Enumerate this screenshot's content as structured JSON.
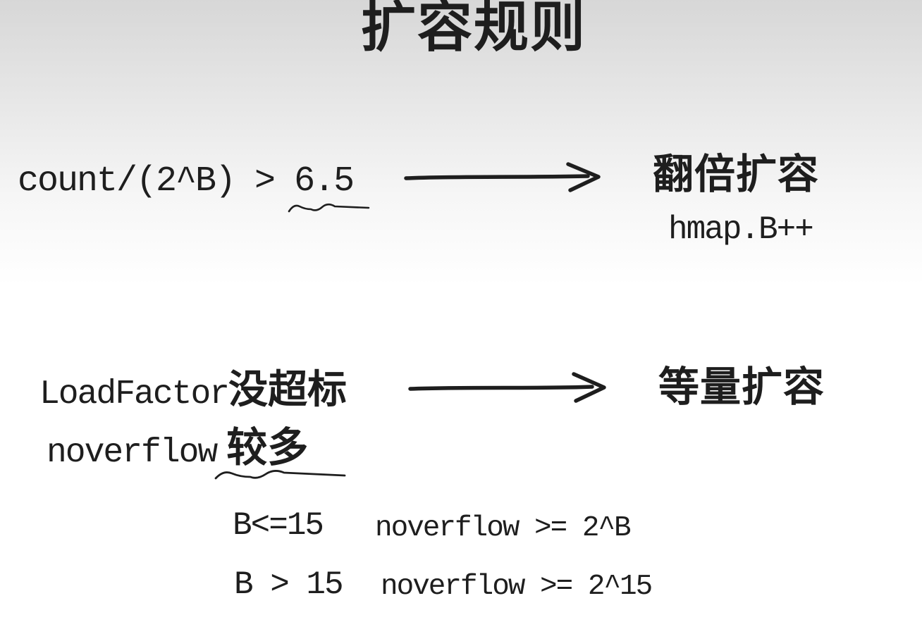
{
  "title": "扩容规则",
  "rule_double": {
    "condition_code": "count/(2^B) > ",
    "condition_emphasis": "6.5",
    "result": "翻倍扩容",
    "result_detail": "hmap.B++"
  },
  "rule_equal": {
    "condition_line1_code": "LoadFactor",
    "condition_line1_text": "没超标",
    "condition_line2_code": "noverflow",
    "condition_line2_emphasis": "较多",
    "result": "等量扩容",
    "cases": [
      {
        "range": "B<=15",
        "threshold": "noverflow >= 2^B"
      },
      {
        "range": "B > 15",
        "threshold": "noverflow >= 2^15"
      }
    ]
  },
  "colors": {
    "ink": "#1e1e1e",
    "background_top": "#d7d7d7",
    "background_bottom": "#ffffff"
  }
}
